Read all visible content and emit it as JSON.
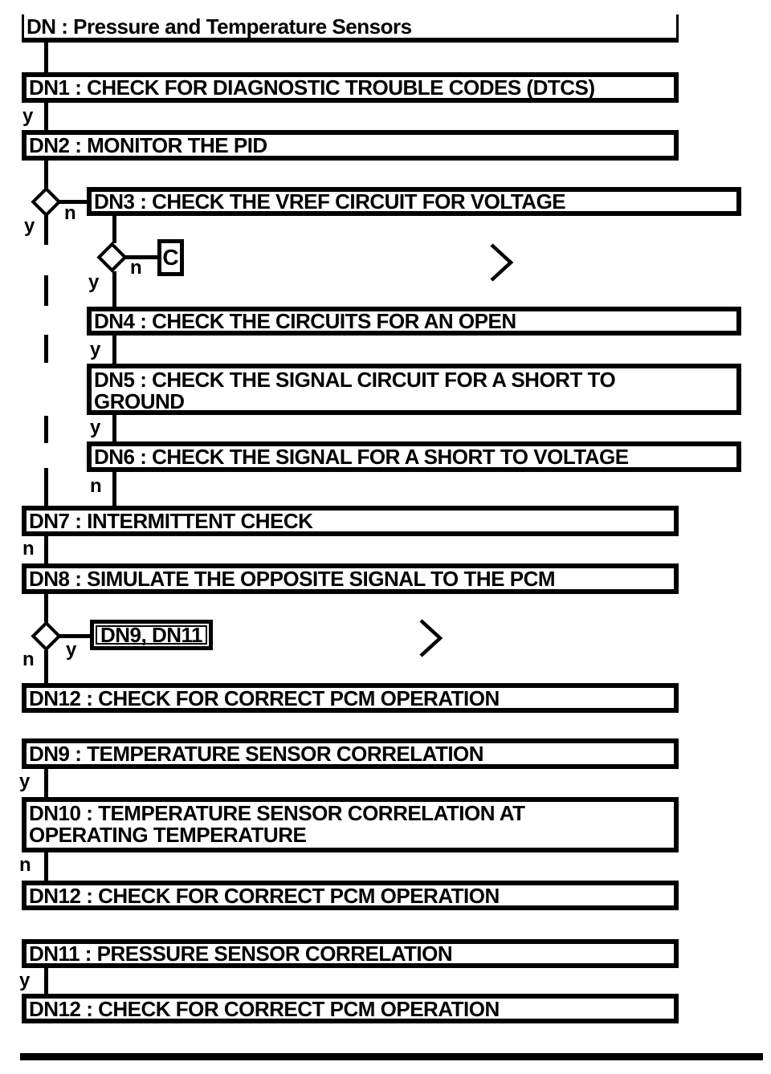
{
  "diagram": {
    "title": "DN : Pressure and Temperature Sensors",
    "boxes": {
      "dn1": "DN1 : CHECK FOR DIAGNOSTIC TROUBLE CODES (DTCS)",
      "dn2": "DN2 : MONITOR THE PID",
      "dn3": "DN3 : CHECK THE VREF CIRCUIT FOR VOLTAGE",
      "dn4": "DN4 : CHECK THE CIRCUITS FOR AN OPEN",
      "dn5": "DN5 : CHECK THE SIGNAL CIRCUIT FOR A SHORT TO GROUND",
      "dn6": "DN6 : CHECK THE SIGNAL FOR A SHORT TO VOLTAGE",
      "dn7": "DN7 : INTERMITTENT CHECK",
      "dn8": "DN8 : SIMULATE THE OPPOSITE SIGNAL TO THE PCM",
      "dn9": "DN9 : TEMPERATURE SENSOR CORRELATION",
      "dn10": "DN10 : TEMPERATURE SENSOR CORRELATION AT OPERATING TEMPERATURE",
      "dn11": "DN11 : PRESSURE SENSOR CORRELATION",
      "dn12": "DN12 : CHECK FOR CORRECT PCM OPERATION",
      "ref": "DN9, DN11",
      "connector": "C"
    },
    "labels": {
      "yes": "y",
      "no": "n"
    },
    "colors": {
      "ink": "#000000",
      "paper": "#ffffff"
    }
  }
}
